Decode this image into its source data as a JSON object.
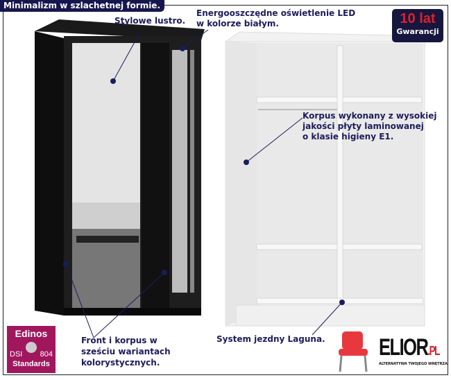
{
  "title": "Minimalizm w szlachetnej formie.",
  "callouts": {
    "mirror": "Stylowe lustro.",
    "led_1": "Energooszczędne oświetlenie LED",
    "led_2": "w kolorze białym.",
    "body_1": "Korpus wykonany z wysokiej",
    "body_2": "jakości płyty laminowanej",
    "body_3": "o klasie higieny E1.",
    "front_1": "Front i korpus w",
    "front_2": "sześciu wariantach",
    "front_3": "kolorystycznych.",
    "system": "System jezdny Laguna."
  },
  "warranty": {
    "years": "10 lat",
    "label": "Gwarancji"
  },
  "edinos": {
    "name": "Edinos",
    "left": "DSI",
    "right": "804",
    "bottom": "Standards"
  },
  "brand": {
    "name": "ELIOR",
    "suffix": ".PL",
    "tagline": "ALTERNATYWA TWOJEGO WNĘTRZA"
  },
  "colors": {
    "navy": "#16164e",
    "accent": "#e0202a",
    "edinos": "#a0175e"
  }
}
